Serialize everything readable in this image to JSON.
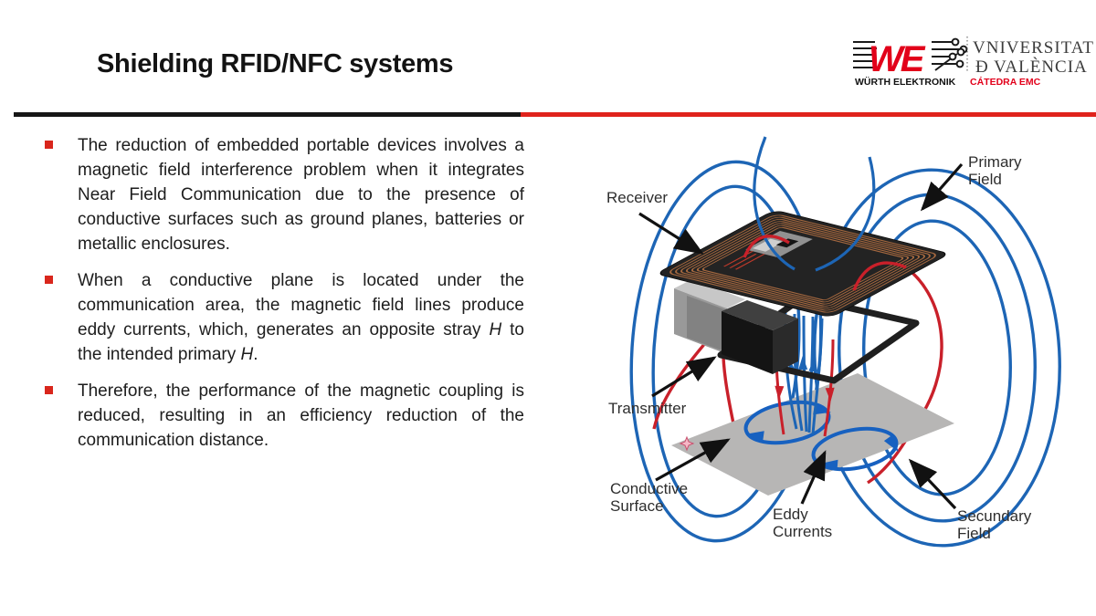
{
  "slide": {
    "background": "#ffffff"
  },
  "header": {
    "title": "Shielding RFID/NFC systems",
    "divider_black": "#161616",
    "divider_red": "#e0231c"
  },
  "bullets": {
    "marker_color": "#d9261c",
    "items": [
      {
        "text": "The reduction of embedded portable devices involves a magnetic field interference problem when it integrates Near Field Communication due to the presence of conductive surfaces such as ground planes, batteries or metallic enclosures."
      },
      {
        "segments": [
          "When a conductive plane is located under the communication area, the magnetic field lines produce eddy currents, which, generates an opposite stray ",
          "H",
          " to the intended primary ",
          "H",
          "."
        ]
      },
      {
        "text": "Therefore, the performance of the magnetic coupling is reduced, resulting in an efficiency reduction of the communication distance."
      }
    ]
  },
  "logos": {
    "wurth": {
      "we": "WE",
      "name": "WÜRTH ELEKTRONIK",
      "catedra": "CÁTEDRA EMC",
      "red": "#e2001a"
    },
    "uv": {
      "line1": "VNIVERSITAT",
      "line2": "Đ VALÈNCIA"
    }
  },
  "diagram": {
    "labels": {
      "receiver": "Receiver",
      "primary_field": [
        "Primary",
        "Field"
      ],
      "transmitter": "Transmitter",
      "conductive_surface": [
        "Conductive",
        "Surface"
      ],
      "eddy_currents": [
        "Eddy",
        "Currents"
      ],
      "secundary_field": [
        "Secundary",
        "Field"
      ]
    },
    "colors": {
      "field_blue": "#1d65b5",
      "field_red": "#c9202a",
      "plane_gray": "#b7b6b5",
      "copper": "#a5683f",
      "board_dark": "#232323"
    }
  }
}
